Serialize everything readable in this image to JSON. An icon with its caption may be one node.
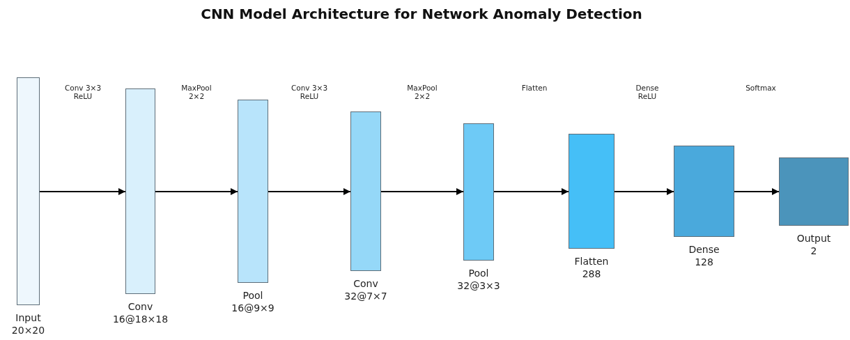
{
  "diagram": {
    "title": "CNN Model Architecture for Network Anomaly Detection",
    "nodes": [
      {
        "text": [
          "Input",
          "20×20"
        ]
      },
      {
        "text": [
          "Conv",
          "16@18×18"
        ]
      },
      {
        "text": [
          "Pool",
          "16@9×9"
        ]
      },
      {
        "text": [
          "Conv",
          "32@7×7"
        ]
      },
      {
        "text": [
          "Pool",
          "32@3×3"
        ]
      },
      {
        "text": [
          "Flatten",
          "288"
        ]
      },
      {
        "text": [
          "Dense",
          "128"
        ]
      },
      {
        "text": [
          "Output",
          "2"
        ]
      }
    ],
    "edges": [
      {
        "from": 0,
        "to": 1,
        "arrow": "to"
      },
      {
        "from": 1,
        "to": 2,
        "arrow": "to"
      },
      {
        "from": 2,
        "to": 3,
        "arrow": "to"
      },
      {
        "from": 3,
        "to": 4,
        "arrow": "to"
      },
      {
        "from": 4,
        "to": 5,
        "arrow": "to"
      },
      {
        "from": 5,
        "to": 6,
        "arrow": "to"
      },
      {
        "from": 6,
        "to": 7,
        "arrow": "to"
      }
    ],
    "labels": [
      "Conv 3×3 ReLU",
      "MaxPool 2×2",
      "Conv 3×3 ReLU",
      "MaxPool 2×2",
      "Flatten",
      "Dense ReLU",
      "Softmax"
    ]
  }
}
